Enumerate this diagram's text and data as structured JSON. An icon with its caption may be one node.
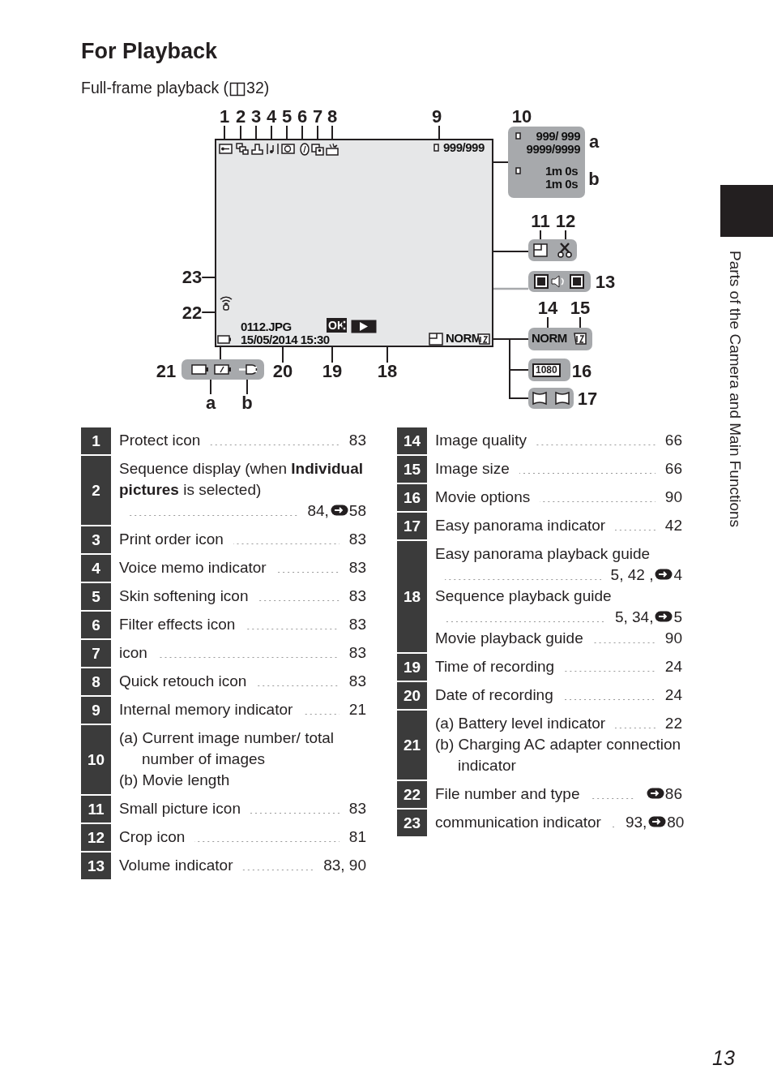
{
  "diagram": {
    "title": "For Playback",
    "nodes": [
      {
        "text": [
          "999/999",
          "0112.JPG",
          "15/05/2014 15:30",
          "OK",
          "NORM"
        ]
      },
      {
        "text": [
          "999/ 999 9999/9999",
          "1m 0s 1m 0s"
        ],
        "beside": [
          "10",
          "a",
          "b"
        ]
      },
      {
        "text": [],
        "shape": "box"
      },
      {
        "text": [],
        "shape": "box",
        "beside": [
          "13"
        ]
      },
      {
        "text": [
          "NORM"
        ]
      },
      {
        "text": [
          "1080"
        ],
        "beside": [
          "16"
        ]
      },
      {
        "text": [],
        "shape": "box",
        "beside": [
          "17"
        ]
      },
      {
        "text": [],
        "shape": "box",
        "beside": [
          "21"
        ]
      },
      {
        "text": [
          "1"
        ]
      },
      {
        "text": [
          "2"
        ]
      },
      {
        "text": [
          "3"
        ]
      },
      {
        "text": [
          "4"
        ]
      },
      {
        "text": [
          "5"
        ]
      },
      {
        "text": [
          "6"
        ]
      },
      {
        "text": [
          "7"
        ]
      },
      {
        "text": [
          "8"
        ]
      },
      {
        "text": [
          "9"
        ]
      },
      {
        "text": [
          "11"
        ]
      },
      {
        "text": [
          "12"
        ]
      },
      {
        "text": [
          "14"
        ]
      },
      {
        "text": [
          "15"
        ]
      },
      {
        "text": [
          "23"
        ]
      },
      {
        "text": [
          "22"
        ]
      },
      {
        "text": [
          "20"
        ]
      },
      {
        "text": [
          "19"
        ]
      },
      {
        "text": [
          "18"
        ]
      },
      {
        "text": [
          "a"
        ]
      },
      {
        "text": [
          "b"
        ]
      }
    ],
    "edges": [
      {
        "from": 8,
        "to": 0,
        "arrow": "none"
      },
      {
        "from": 9,
        "to": 0,
        "arrow": "none"
      },
      {
        "from": 10,
        "to": 0,
        "arrow": "none"
      },
      {
        "from": 11,
        "to": 0,
        "arrow": "none"
      },
      {
        "from": 12,
        "to": 0,
        "arrow": "none"
      },
      {
        "from": 13,
        "to": 0,
        "arrow": "none"
      },
      {
        "from": 14,
        "to": 0,
        "arrow": "none"
      },
      {
        "from": 15,
        "to": 0,
        "arrow": "none"
      },
      {
        "from": 16,
        "to": 0,
        "arrow": "none"
      },
      {
        "from": 17,
        "to": 2,
        "arrow": "none"
      },
      {
        "from": 18,
        "to": 2,
        "arrow": "none"
      },
      {
        "from": 19,
        "to": 4,
        "arrow": "none"
      },
      {
        "from": 20,
        "to": 4,
        "arrow": "none"
      },
      {
        "from": 21,
        "to": 0,
        "arrow": "none"
      },
      {
        "from": 22,
        "to": 0,
        "arrow": "none"
      },
      {
        "from": 23,
        "to": 0,
        "arrow": "none"
      },
      {
        "from": 24,
        "to": 0,
        "arrow": "none"
      },
      {
        "from": 25,
        "to": 0,
        "arrow": "none"
      },
      {
        "from": 26,
        "to": 7,
        "arrow": "none"
      },
      {
        "from": 27,
        "to": 7,
        "arrow": "none"
      },
      {
        "from": 0,
        "to": 1,
        "arrow": "none"
      },
      {
        "from": 0,
        "to": 2,
        "arrow": "none"
      },
      {
        "from": 0,
        "to": 3,
        "arrow": "none",
        "color": "#a7a9ac"
      },
      {
        "from": 0,
        "to": 4,
        "arrow": "none"
      },
      {
        "from": 0,
        "to": 5,
        "arrow": "none"
      },
      {
        "from": 0,
        "to": 6,
        "arrow": "none"
      },
      {
        "from": 0,
        "to": 7,
        "arrow": "none"
      }
    ],
    "labels": [
      "Full-frame playback (",
      "32)",
      "1",
      "Protect icon",
      "83",
      "2",
      "Sequence display (when **Individual pictures** is selected)",
      "84,",
      "58",
      "3",
      "Print order icon",
      "83",
      "4",
      "Voice memo indicator",
      "83",
      "5",
      "Skin softening icon",
      "83",
      "6",
      "Filter effects icon",
      "83",
      "7",
      "icon",
      "83",
      "8",
      "Quick retouch icon",
      "83",
      "9",
      "Internal memory indicator",
      "21",
      "10",
      "(a) Current image number/ total number of images",
      "(b) Movie length",
      "11",
      "Small picture icon",
      "83",
      "12",
      "Crop icon",
      "81",
      "13",
      "Volume indicator",
      "83, 90",
      "14",
      "Image quality",
      "66",
      "15",
      "Image size",
      "66",
      "16",
      "Movie options",
      "90",
      "17",
      "Easy panorama indicator",
      "42",
      "18",
      "Easy panorama playback guide",
      "5, 42 ,",
      "4",
      "Sequence playback guide",
      "5, 34,",
      "5",
      "Movie playback guide",
      "90",
      "19",
      "Time of recording",
      "24",
      "20",
      "Date of recording",
      "24",
      "21",
      "(a) Battery level indicator",
      "22",
      "(b) Charging AC adapter connection indicator",
      "22",
      "File number and type",
      "86",
      "23",
      "communication indicator",
      "93,",
      "80",
      "Parts of the Camera and Main Functions",
      "13"
    ]
  }
}
